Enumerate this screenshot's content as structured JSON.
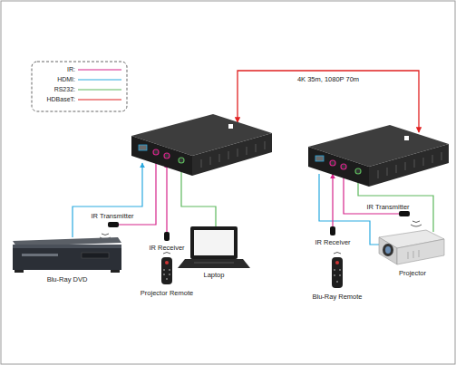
{
  "diagram": {
    "nodes": [
      {
        "text": [
          "Blu-Ray DVD"
        ]
      },
      {
        "text": [
          "Projector Remote"
        ]
      },
      {
        "text": [
          "Laptop"
        ]
      },
      {
        "text": [
          "Projector"
        ]
      },
      {
        "text": [
          "Blu-Ray Remote"
        ]
      }
    ],
    "labels": [
      "4K 35m, 1080P 70m",
      "IR Transmitter",
      "IR Receiver",
      "IR Transmitter",
      "IR Receiver"
    ],
    "legend": [
      {
        "text": "IR:"
      },
      {
        "text": "HDMI:"
      },
      {
        "text": "RS232:"
      },
      {
        "text": "HDBaseT:"
      }
    ]
  }
}
